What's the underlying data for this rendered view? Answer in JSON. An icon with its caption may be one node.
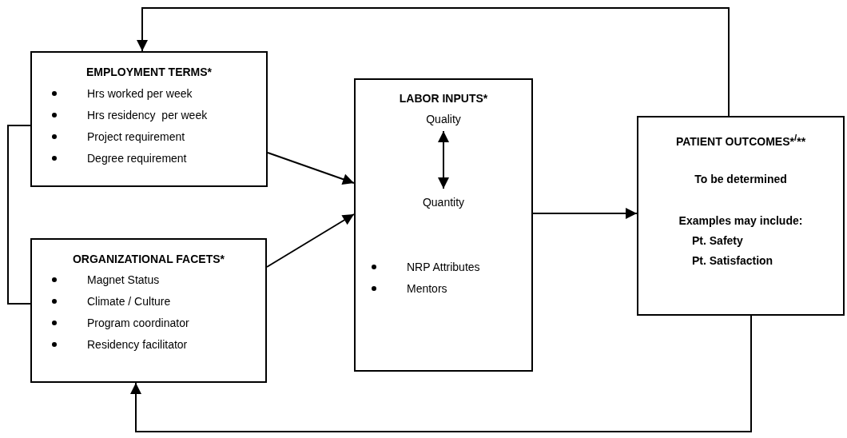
{
  "diagram": {
    "nodes": [
      {
        "text": [
          "EMPLOYMENT TERMS*",
          "Hrs worked per week",
          "Hrs residency  per week",
          "Project requirement",
          "Degree requirement"
        ]
      },
      {
        "text": [
          "ORGANIZATIONAL FACETS*",
          "Magnet Status",
          "Climate / Culture",
          "Program coordinator",
          "Residency facilitator"
        ]
      },
      {
        "text": [
          "LABOR INPUTS*",
          "NRP Attributes",
          "Mentors"
        ]
      },
      {
        "text": [
          "Quality"
        ],
        "in": 2
      },
      {
        "text": [
          "Quantity"
        ],
        "in": 2
      },
      {
        "text": [
          "PATIENT OUTCOMES*$^{/}$**",
          "To be determined",
          "Examples may include:",
          "Pt. Safety",
          "Pt. Satisfaction"
        ]
      }
    ],
    "edges": [
      {
        "from": 0,
        "to": 2,
        "arrow": "to"
      },
      {
        "from": 1,
        "to": 2,
        "arrow": "to"
      },
      {
        "from": 3,
        "to": 4,
        "arrow": "both"
      },
      {
        "from": 2,
        "to": 5,
        "arrow": "to"
      },
      {
        "from": 5,
        "to": 0,
        "arrow": "to"
      },
      {
        "from": 5,
        "to": 1,
        "arrow": "to"
      },
      {
        "from": 0,
        "to": 1,
        "arrow": "none"
      }
    ]
  }
}
